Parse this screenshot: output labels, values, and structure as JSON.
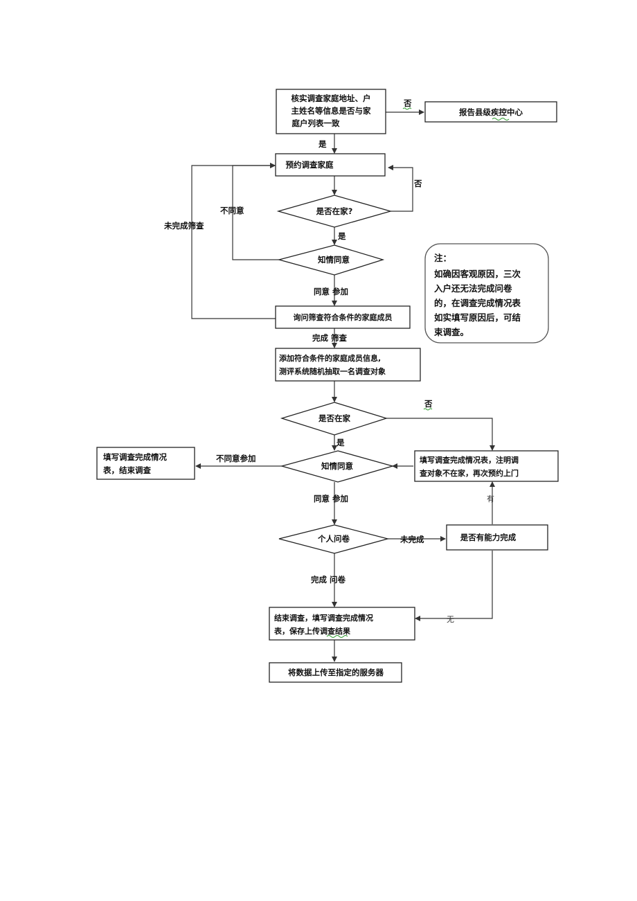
{
  "nodes": {
    "verify": [
      "核实调查家庭地址、户",
      "主姓名等信息是否与家",
      "庭户列表一致"
    ],
    "report": "报告县级疾控中心",
    "appointment": "预约调查家庭",
    "home1": "是否在家?",
    "consent1": "知情同意",
    "screen": "询问筛查符合条件的家庭成员",
    "addmember": [
      "添加符合条件的家庭成员信息,",
      "测评系统随机抽取一名调查对象"
    ],
    "home2": "是否在家",
    "consent2": "知情同意",
    "fillend": [
      "填写调查完成情况",
      "表，结束调查"
    ],
    "fillnote": [
      "填写调查完成情况表，注明调",
      "查对象不在家，再次预约上门"
    ],
    "questionnaire": "个人问卷",
    "ability": "是否有能力完成",
    "endsurvey": [
      "结束调查，填写调查完成情况",
      "表，保存上传调查结果"
    ],
    "upload": "将数据上传至指定的服务器"
  },
  "edges": {
    "no1": "否",
    "yes1": "是",
    "no2": "否",
    "yes2": "是",
    "disagree1": "不同意",
    "incomplete_screen": "未完成筛查",
    "agree1": "同意 参加",
    "complete_screen": "完成 筛查",
    "no3": "否",
    "yes3": "是",
    "disagree2": "不同意参加",
    "agree2": "同意 参加",
    "incomplete": "未完成",
    "has": "有",
    "complete_q": "完成 问卷",
    "none": "无"
  },
  "note": [
    "注：",
    "如确因客观原因，三次",
    "入户还无法完成问卷",
    "的，在调查完成情况表",
    "如实填写原因后，可结",
    "束调查。"
  ]
}
